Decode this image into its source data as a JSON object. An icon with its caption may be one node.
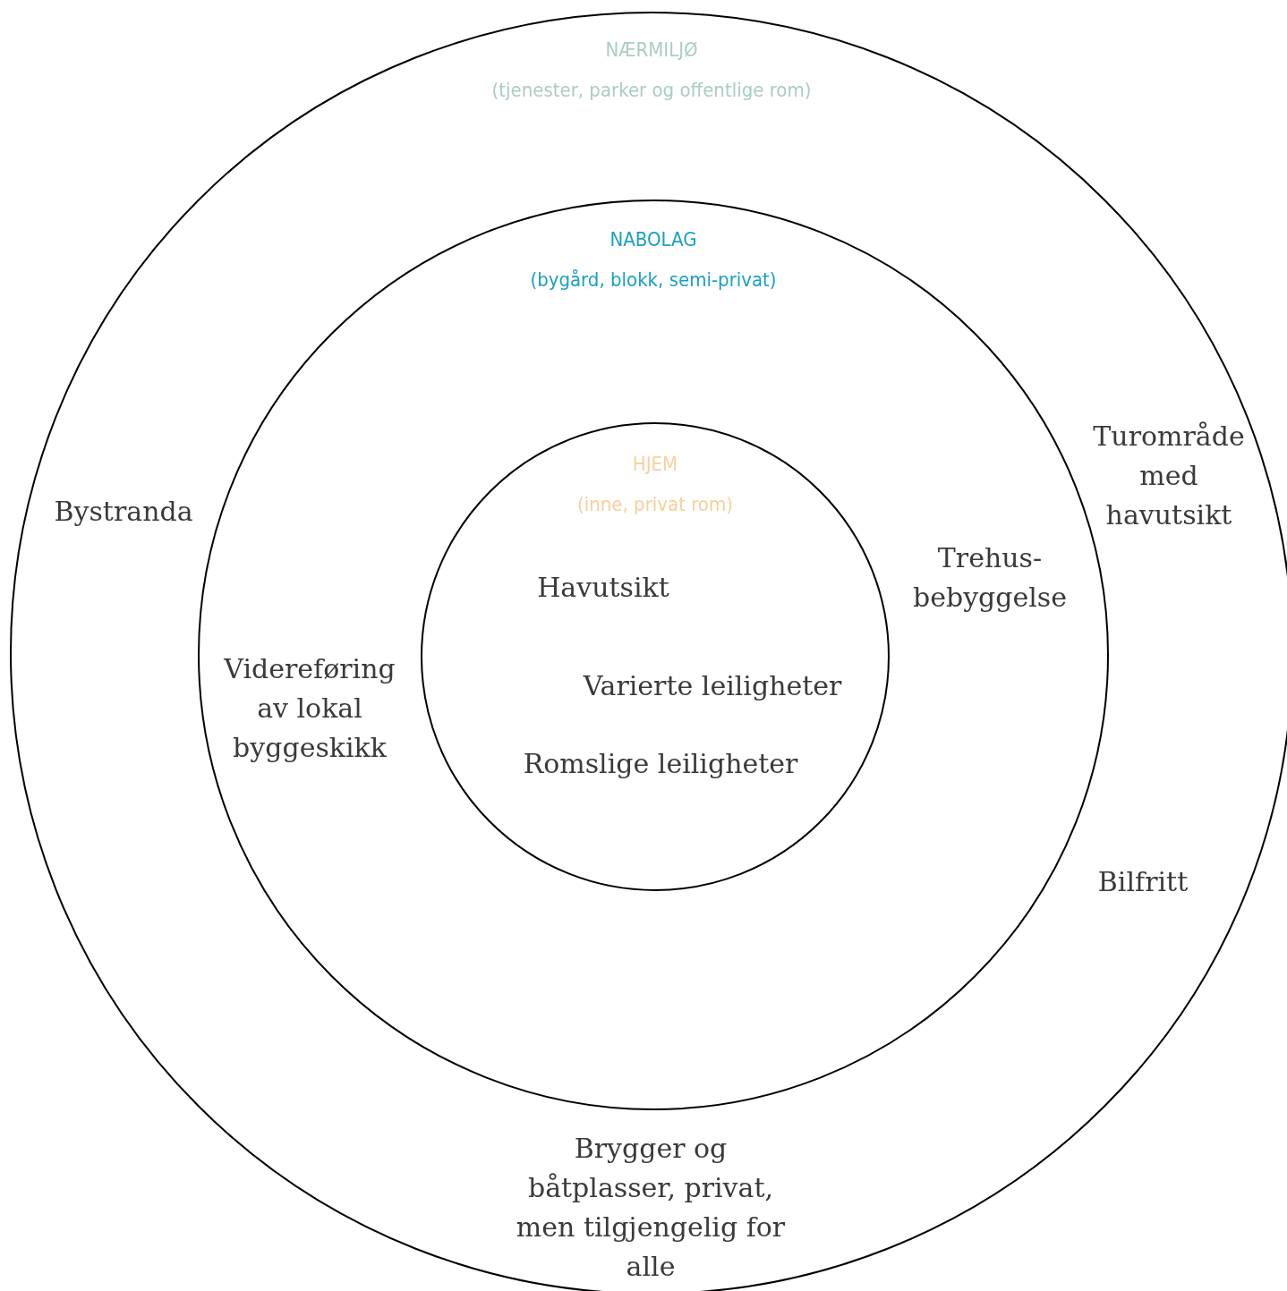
{
  "diagram": {
    "nodes": [
      {
        "text": [
          "NÆRMILJØ",
          "(tjenester, parker og offentlige rom)"
        ]
      },
      {
        "text": [
          "NABOLAG",
          "(bygård, blokk, semi-privat)"
        ],
        "in": 0
      },
      {
        "text": [
          "HJEM",
          "(inne, privat rom)"
        ],
        "in": 1
      }
    ],
    "labels": [
      "Turområde med havutsikt",
      "Bystranda",
      "Trehus- bebyggelse",
      "Havutsikt",
      "Videreføring av lokal byggeskikk",
      "Varierte leiligheter",
      "Romslige leiligheter",
      "Bilfritt",
      "Brygger og båtplasser, privat, men tilgjengelig for alle"
    ]
  }
}
